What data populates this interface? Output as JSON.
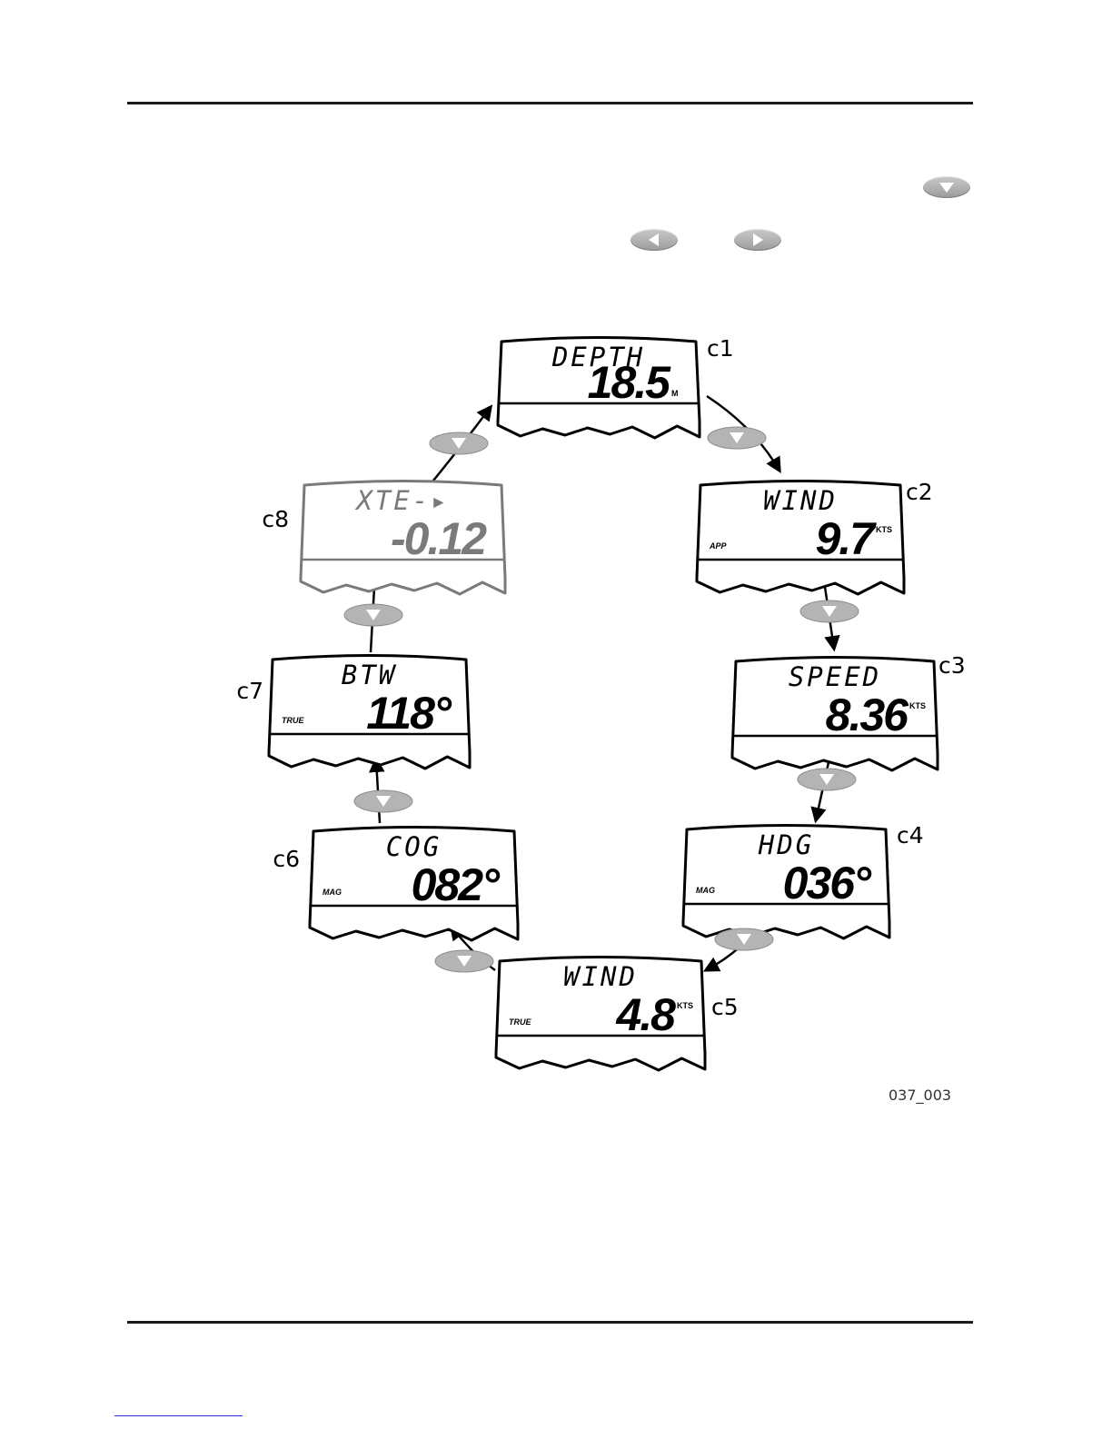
{
  "figure_ref": "037_003",
  "screens": [
    {
      "id": "c1",
      "line1": "DEPTH",
      "value": "18.5",
      "unit": "M",
      "side": ""
    },
    {
      "id": "c2",
      "line1": "WIND",
      "value": "9.7",
      "unit": "KTS",
      "side": "APP"
    },
    {
      "id": "c3",
      "line1": "SPEED",
      "value": "8.36",
      "unit": "KTS",
      "side": ""
    },
    {
      "id": "c4",
      "line1": "HDG",
      "value": "036°",
      "unit": "",
      "side": "MAG"
    },
    {
      "id": "c5",
      "line1": "WIND",
      "value": "4.8",
      "unit": "KTS",
      "side": "TRUE"
    },
    {
      "id": "c6",
      "line1": "COG",
      "value": "082°",
      "unit": "",
      "side": "MAG"
    },
    {
      "id": "c7",
      "line1": "BTW",
      "value": "118°",
      "unit": "",
      "side": "TRUE"
    },
    {
      "id": "c8",
      "line1": "XTE-▸",
      "value": "-0.12",
      "unit": "",
      "side": ""
    }
  ],
  "icons": {
    "down_key": "down-arrow-key-icon",
    "left_key": "left-arrow-key-icon",
    "right_key": "right-arrow-key-icon"
  },
  "colors": {
    "key_fill": "#b4b4b4",
    "dimmed_screen": "#7a7a7a"
  }
}
